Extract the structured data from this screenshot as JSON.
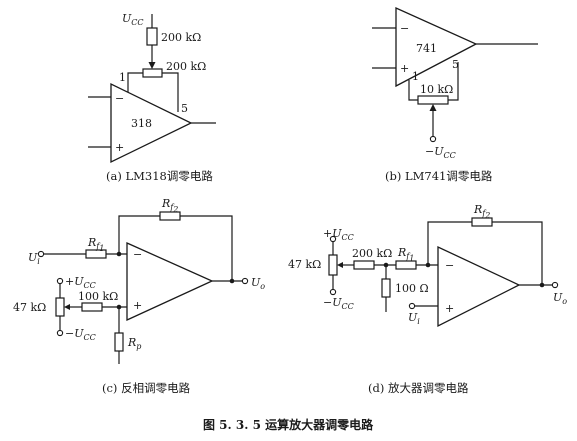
{
  "figure": {
    "title": "图 5. 3. 5   运算放大器调零电路"
  },
  "panels": {
    "a": {
      "caption": "(a) LM318调零电路",
      "amp_label": "318",
      "supply": {
        "sym": "U",
        "sub": "CC"
      },
      "resistor1": "200 kΩ",
      "resistor2": "200 kΩ",
      "pin1": "1",
      "pin5": "5",
      "minus": "−",
      "plus": "+"
    },
    "b": {
      "caption": "(b) LM741调零电路",
      "amp_label": "741",
      "pot": "10 kΩ",
      "supply": {
        "sym": "−U",
        "sub": "CC"
      },
      "pin1": "1",
      "pin5": "5",
      "minus": "−",
      "plus": "+"
    },
    "c": {
      "caption": "(c) 反相调零电路",
      "rf2": {
        "sym": "R",
        "sub": "f",
        "subsub": "2"
      },
      "rf1": {
        "sym": "R",
        "sub": "f",
        "subsub": "1"
      },
      "ui": {
        "sym": "U",
        "sub": "i"
      },
      "uo": {
        "sym": "U",
        "sub": "o"
      },
      "pos_supply": {
        "sym": "+U",
        "sub": "CC"
      },
      "neg_supply": {
        "sym": "−U",
        "sub": "CC"
      },
      "pot": "47 kΩ",
      "resistor": "100 kΩ",
      "rp": {
        "sym": "R",
        "sub": "p"
      },
      "minus": "−",
      "plus": "+"
    },
    "d": {
      "caption": "(d) 放大器调零电路",
      "rf2": {
        "sym": "R",
        "sub": "f",
        "subsub": "2"
      },
      "rf1": {
        "sym": "R",
        "sub": "f",
        "subsub": "1"
      },
      "pos_supply": {
        "sym": "+U",
        "sub": "CC"
      },
      "neg_supply": {
        "sym": "−U",
        "sub": "CC"
      },
      "pot": "47 kΩ",
      "resistor1": "200 kΩ",
      "resistor2": "100 Ω",
      "ui": {
        "sym": "U",
        "sub": "i"
      },
      "uo": {
        "sym": "U",
        "sub": "o"
      },
      "minus": "−",
      "plus": "+"
    }
  }
}
